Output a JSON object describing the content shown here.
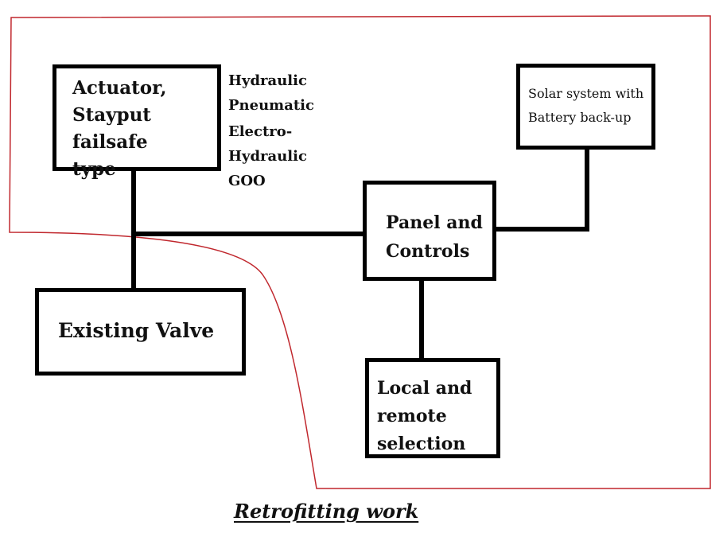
{
  "colors": {
    "box_border": "#000000",
    "connector": "#000000",
    "retrofit_boundary": "#c0272d",
    "background": "#ffffff"
  },
  "nodes": {
    "actuator": {
      "lines": [
        "Actuator,",
        "Stayput failsafe",
        "type"
      ]
    },
    "actuator_types": [
      "Hydraulic",
      "Pneumatic",
      "Electro-",
      "Hydraulic",
      "GOO"
    ],
    "existing_valve": {
      "label": "Existing Valve"
    },
    "panel": {
      "lines": [
        "Panel and",
        "Controls"
      ]
    },
    "solar": {
      "lines": [
        "Solar system with",
        "Battery back-up"
      ]
    },
    "selection": {
      "lines": [
        "Local and",
        "remote",
        "selection"
      ]
    }
  },
  "caption": "Retrofitting work"
}
